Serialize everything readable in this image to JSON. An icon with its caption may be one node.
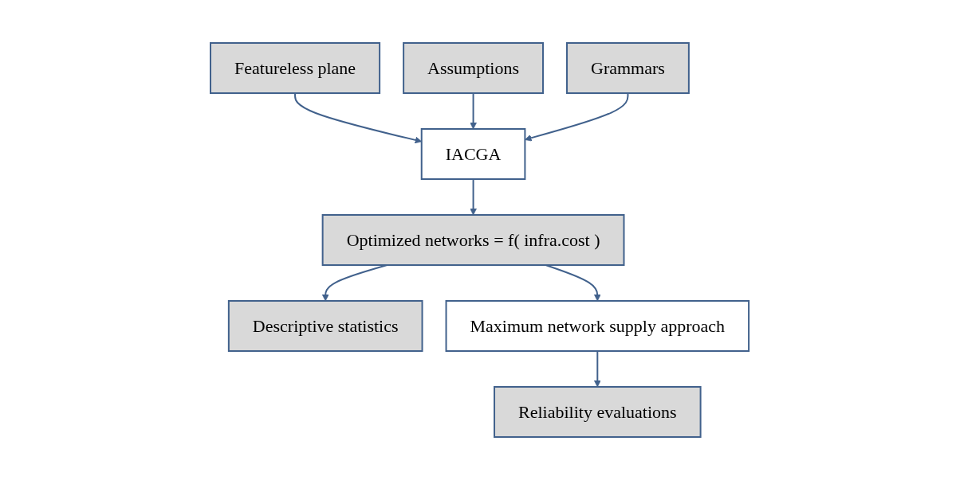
{
  "diagram": {
    "nodes": [
      {
        "text": [
          "Featureless plane"
        ]
      },
      {
        "text": [
          "Assumptions"
        ]
      },
      {
        "text": [
          "Grammars"
        ]
      },
      {
        "text": [
          "IACGA"
        ]
      },
      {
        "text": [
          "Optimized networks = f( infra.cost )"
        ]
      },
      {
        "text": [
          "Descriptive statistics"
        ]
      },
      {
        "text": [
          "Maximum network supply approach"
        ]
      },
      {
        "text": [
          "Reliability evaluations"
        ]
      }
    ],
    "edges": [
      {
        "from": 0,
        "to": 3,
        "arrow": "to"
      },
      {
        "from": 1,
        "to": 3,
        "arrow": "to"
      },
      {
        "from": 2,
        "to": 3,
        "arrow": "to"
      },
      {
        "from": 3,
        "to": 4,
        "arrow": "to"
      },
      {
        "from": 4,
        "to": 5,
        "arrow": "to"
      },
      {
        "from": 4,
        "to": 6,
        "arrow": "to"
      },
      {
        "from": 6,
        "to": 7,
        "arrow": "to"
      }
    ]
  }
}
